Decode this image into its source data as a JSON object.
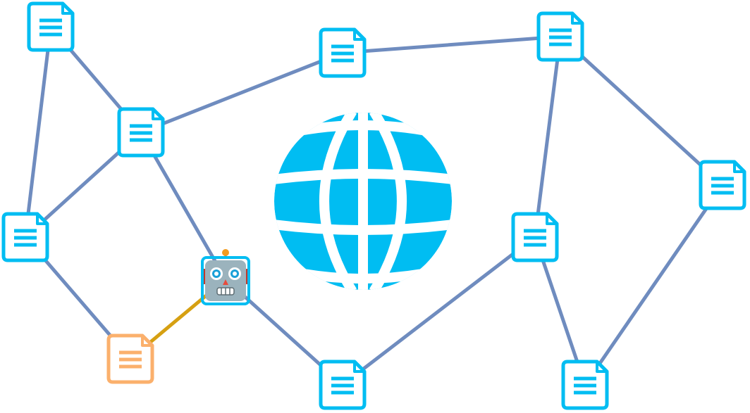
{
  "colors": {
    "edge": "#6f8cbf",
    "crawl_edge": "#d6a012",
    "page": "#00bdf2",
    "page_fill": "#ffffff",
    "visited_page": "#fbb06c",
    "globe": "#00bdf2",
    "background": "#ffffff"
  },
  "icons": {
    "hub": "globe-icon",
    "page": "document-icon",
    "agent": "robot-icon"
  },
  "nodes": [
    {
      "id": "p1",
      "kind": "page"
    },
    {
      "id": "p2",
      "kind": "page"
    },
    {
      "id": "p3",
      "kind": "page"
    },
    {
      "id": "p4",
      "kind": "page"
    },
    {
      "id": "p5",
      "kind": "page"
    },
    {
      "id": "p6",
      "kind": "page"
    },
    {
      "id": "p7",
      "kind": "page"
    },
    {
      "id": "p8",
      "kind": "visited-page"
    },
    {
      "id": "p9",
      "kind": "page"
    },
    {
      "id": "p10",
      "kind": "page"
    },
    {
      "id": "robot",
      "kind": "agent"
    }
  ],
  "edges": [
    [
      "p1",
      "p2"
    ],
    [
      "p1",
      "p4"
    ],
    [
      "p2",
      "p4"
    ],
    [
      "p2",
      "p3"
    ],
    [
      "p3",
      "p5"
    ],
    [
      "p5",
      "p6"
    ],
    [
      "p5",
      "p7"
    ],
    [
      "p6",
      "p10"
    ],
    [
      "p7",
      "p9"
    ],
    [
      "p7",
      "p10"
    ],
    [
      "p4",
      "p8"
    ],
    [
      "p2",
      "robot"
    ],
    [
      "robot",
      "p9"
    ]
  ],
  "crawl_edges": [
    [
      "robot",
      "p8"
    ]
  ]
}
